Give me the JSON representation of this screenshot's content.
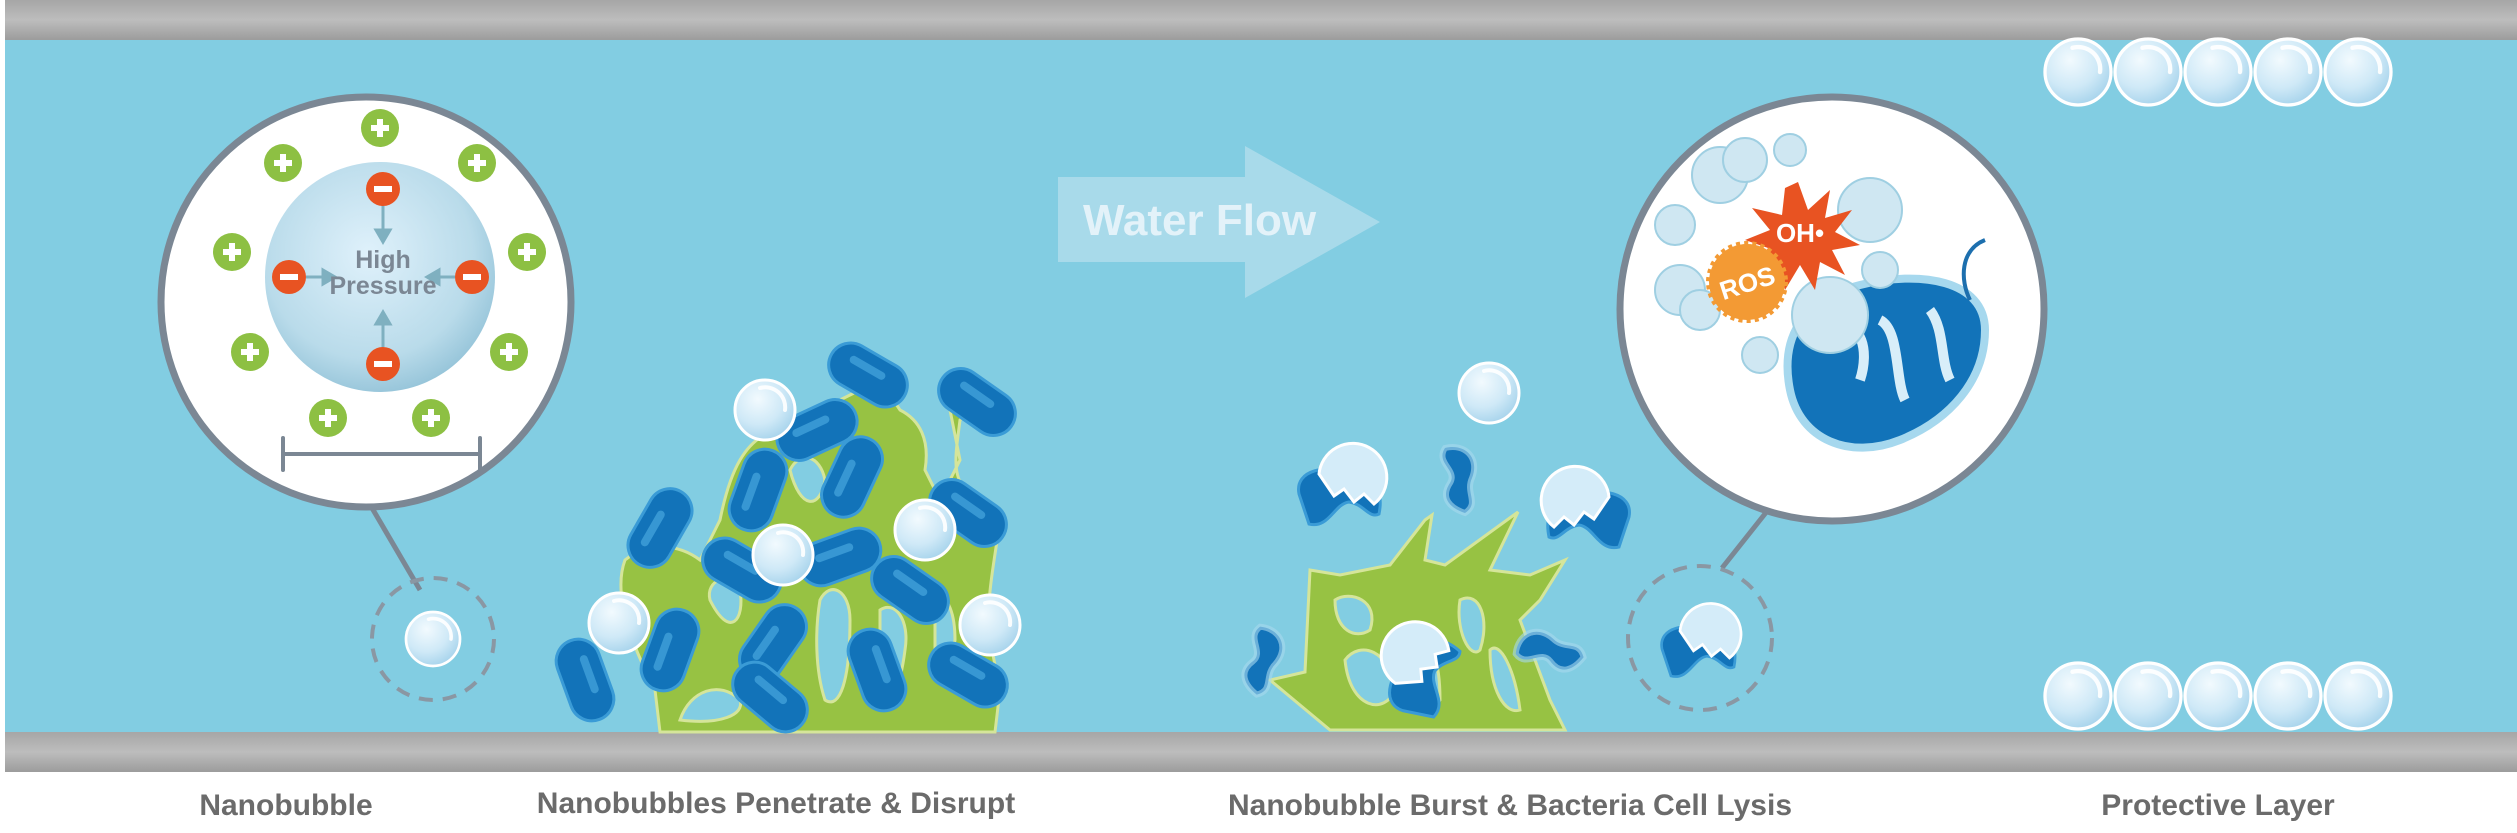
{
  "colors": {
    "water": "#82cde2",
    "pipe": "#b0b0b0",
    "biofilm": "#97c243",
    "bacteria": "#1273b9",
    "positive_charge": "#8dc043",
    "negative_charge": "#e85322",
    "ros": "#f39a34",
    "oh_radical": "#e85322",
    "label_text": "#6b6b6b"
  },
  "nanobubble_detail": {
    "center_label_line1": "High",
    "center_label_line2": "Pressure",
    "outer_charge_icon": "plus-icon",
    "inner_charge_icon": "minus-icon"
  },
  "flow_arrow": {
    "label": "Water Flow",
    "icon": "arrow-right-icon"
  },
  "lysis_detail": {
    "oh_label": "OH•",
    "ros_label": "ROS"
  },
  "stage_labels": [
    "Nanobubble",
    "Nanobubbles Penetrate & Disrupt",
    "Nanobubble Burst & Bacteria Cell Lysis",
    "Protective Layer"
  ]
}
